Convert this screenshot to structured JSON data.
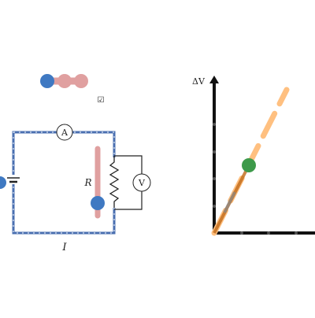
{
  "circuit": {
    "ammeter_label": "A",
    "voltmeter_label": "V",
    "resistor_label": "R",
    "current_label": "I"
  },
  "graph": {
    "y_axis_label": "ΔV"
  },
  "toggle": {
    "checkbox_glyph": "☑"
  },
  "colors": {
    "wire_dots": "#4a6fb0",
    "slider_track": "#e0a0a0",
    "slider_knob": "#3f79c2",
    "graph_line": "#ffc080",
    "data_point": "#3d9a4a",
    "fit_line": "#c06a1a"
  }
}
